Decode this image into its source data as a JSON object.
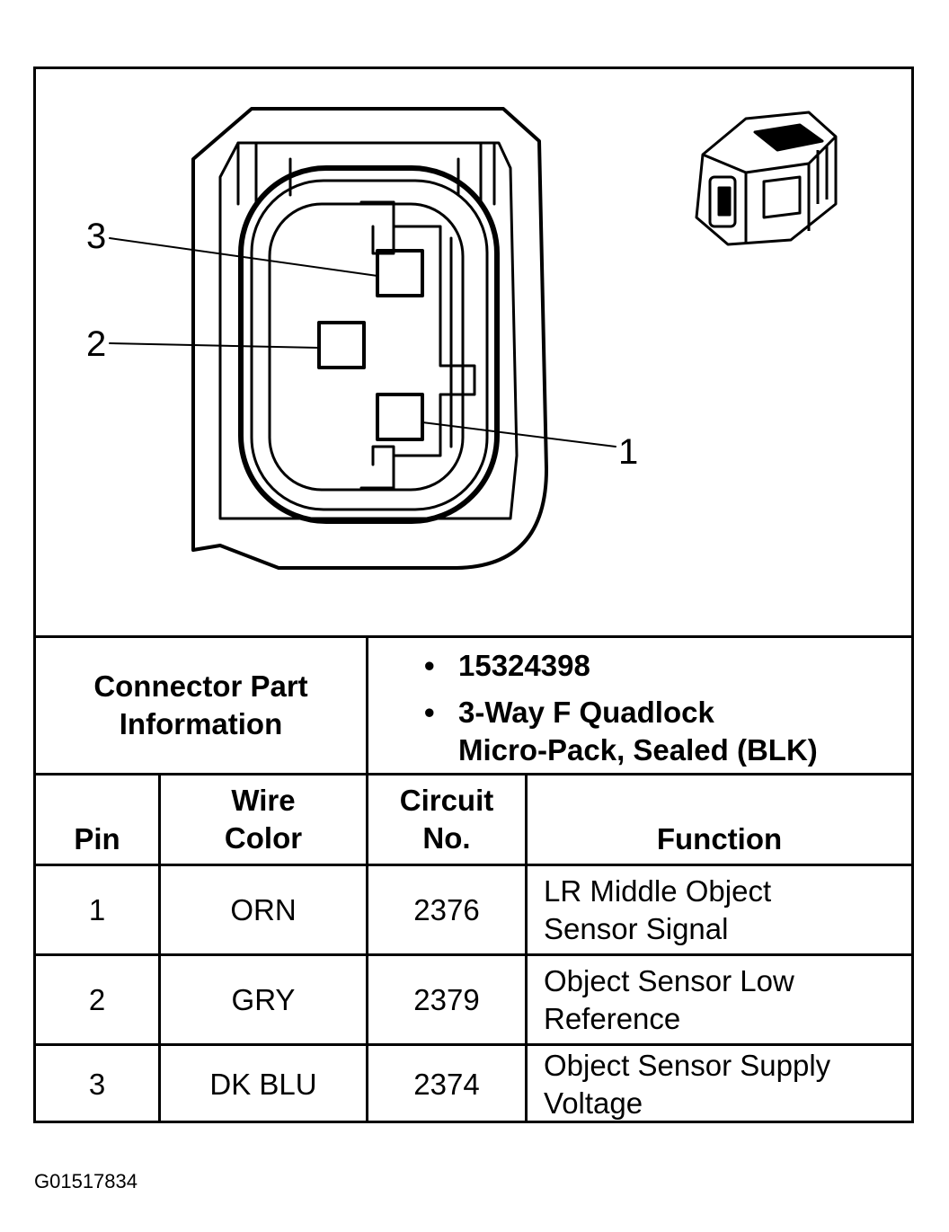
{
  "diagram": {
    "pin_callouts": [
      {
        "pin": "3"
      },
      {
        "pin": "2"
      },
      {
        "pin": "1"
      }
    ]
  },
  "connector_info": {
    "label_line1": "Connector Part",
    "label_line2": "Information",
    "part_number": "15324398",
    "description_line1": "3-Way F Quadlock",
    "description_line2": "Micro-Pack, Sealed (BLK)",
    "bullet": "•"
  },
  "table": {
    "headers": {
      "pin": "Pin",
      "wire_color_line1": "Wire",
      "wire_color_line2": "Color",
      "circuit_line1": "Circuit",
      "circuit_line2": "No.",
      "function": "Function"
    },
    "rows": [
      {
        "pin": "1",
        "wire_color": "ORN",
        "circuit": "2376",
        "function_line1": "LR Middle Object",
        "function_line2": "Sensor Signal"
      },
      {
        "pin": "2",
        "wire_color": "GRY",
        "circuit": "2379",
        "function_line1": "Object Sensor Low",
        "function_line2": "Reference"
      },
      {
        "pin": "3",
        "wire_color": "DK BLU",
        "circuit": "2374",
        "function_line1": "Object Sensor Supply",
        "function_line2": "Voltage"
      }
    ]
  },
  "figure_id": "G01517834"
}
